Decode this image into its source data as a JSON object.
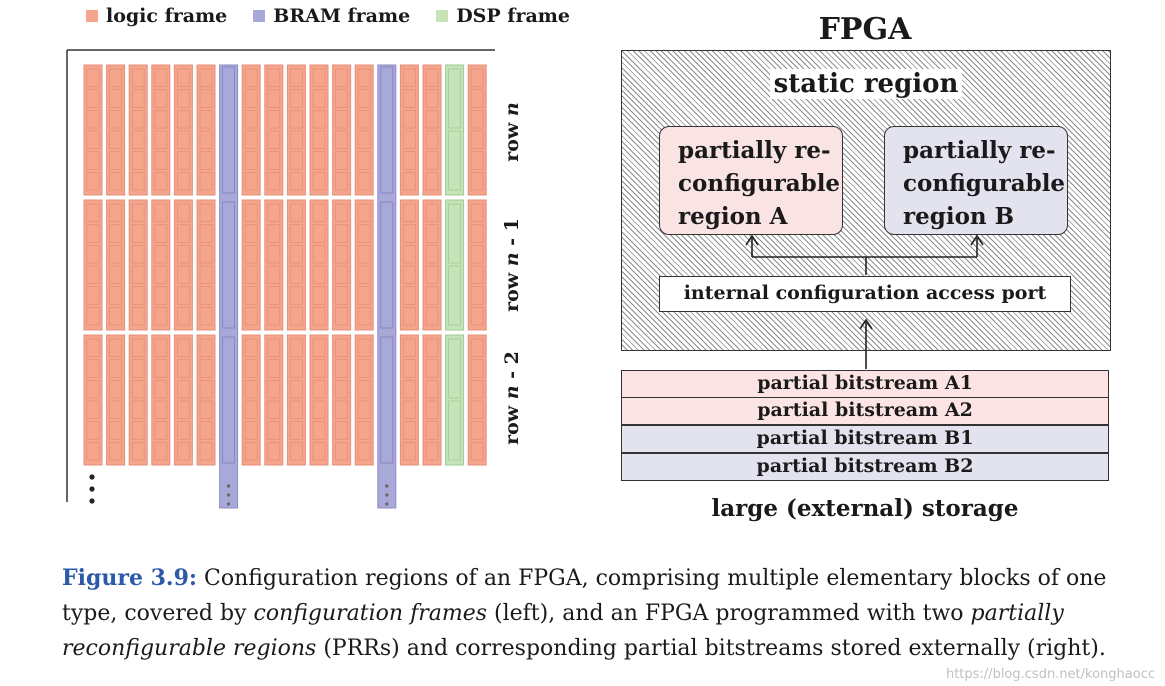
{
  "legend": [
    {
      "label": "logic frame",
      "color": "#f4a58c"
    },
    {
      "label": "BRAM frame",
      "color": "#a9a9d9"
    },
    {
      "label": "DSP frame",
      "color": "#c6e3ba"
    }
  ],
  "frame_grid": {
    "column_types": [
      "logic",
      "logic",
      "logic",
      "logic",
      "logic",
      "logic",
      "bram",
      "logic",
      "logic",
      "logic",
      "logic",
      "logic",
      "logic",
      "bram",
      "logic",
      "logic",
      "dsp",
      "logic"
    ],
    "rows": [
      {
        "label_prefix": "row ",
        "label_var": "n",
        "label_suffix": ""
      },
      {
        "label_prefix": "row ",
        "label_var": "n",
        "label_suffix": " - 1"
      },
      {
        "label_prefix": "row ",
        "label_var": "n",
        "label_suffix": " - 2"
      }
    ],
    "continuation": "⋮"
  },
  "fpga": {
    "title": "FPGA",
    "static_region": "static region",
    "prr_a": "partially re-\nconfigurable\nregion A",
    "prr_b": "partially re-\nconfigurable\nregion B",
    "icap": "internal configuration access port"
  },
  "storage": {
    "bitstreams": [
      {
        "label": "partial bitstream A1",
        "color": "#fce4e4"
      },
      {
        "label": "partial bitstream A2",
        "color": "#fce4e4"
      },
      {
        "label": "partial bitstream B1",
        "color": "#e3e3ef"
      },
      {
        "label": "partial bitstream B2",
        "color": "#e3e3ef"
      }
    ],
    "label": "large (external) storage"
  },
  "caption": {
    "fig": "Figure 3.9:",
    "t1": " Configuration regions of an FPGA, comprising multiple elementary blocks of one type, covered by ",
    "e1": "configuration frames",
    "t2": " (left), and an FPGA programmed with two ",
    "e2": "partially reconfigurable regions",
    "t3": " (PRRs) and corresponding partial bitstreams stored externally (right)."
  },
  "watermark": "https://blog.csdn.net/konghaocc"
}
